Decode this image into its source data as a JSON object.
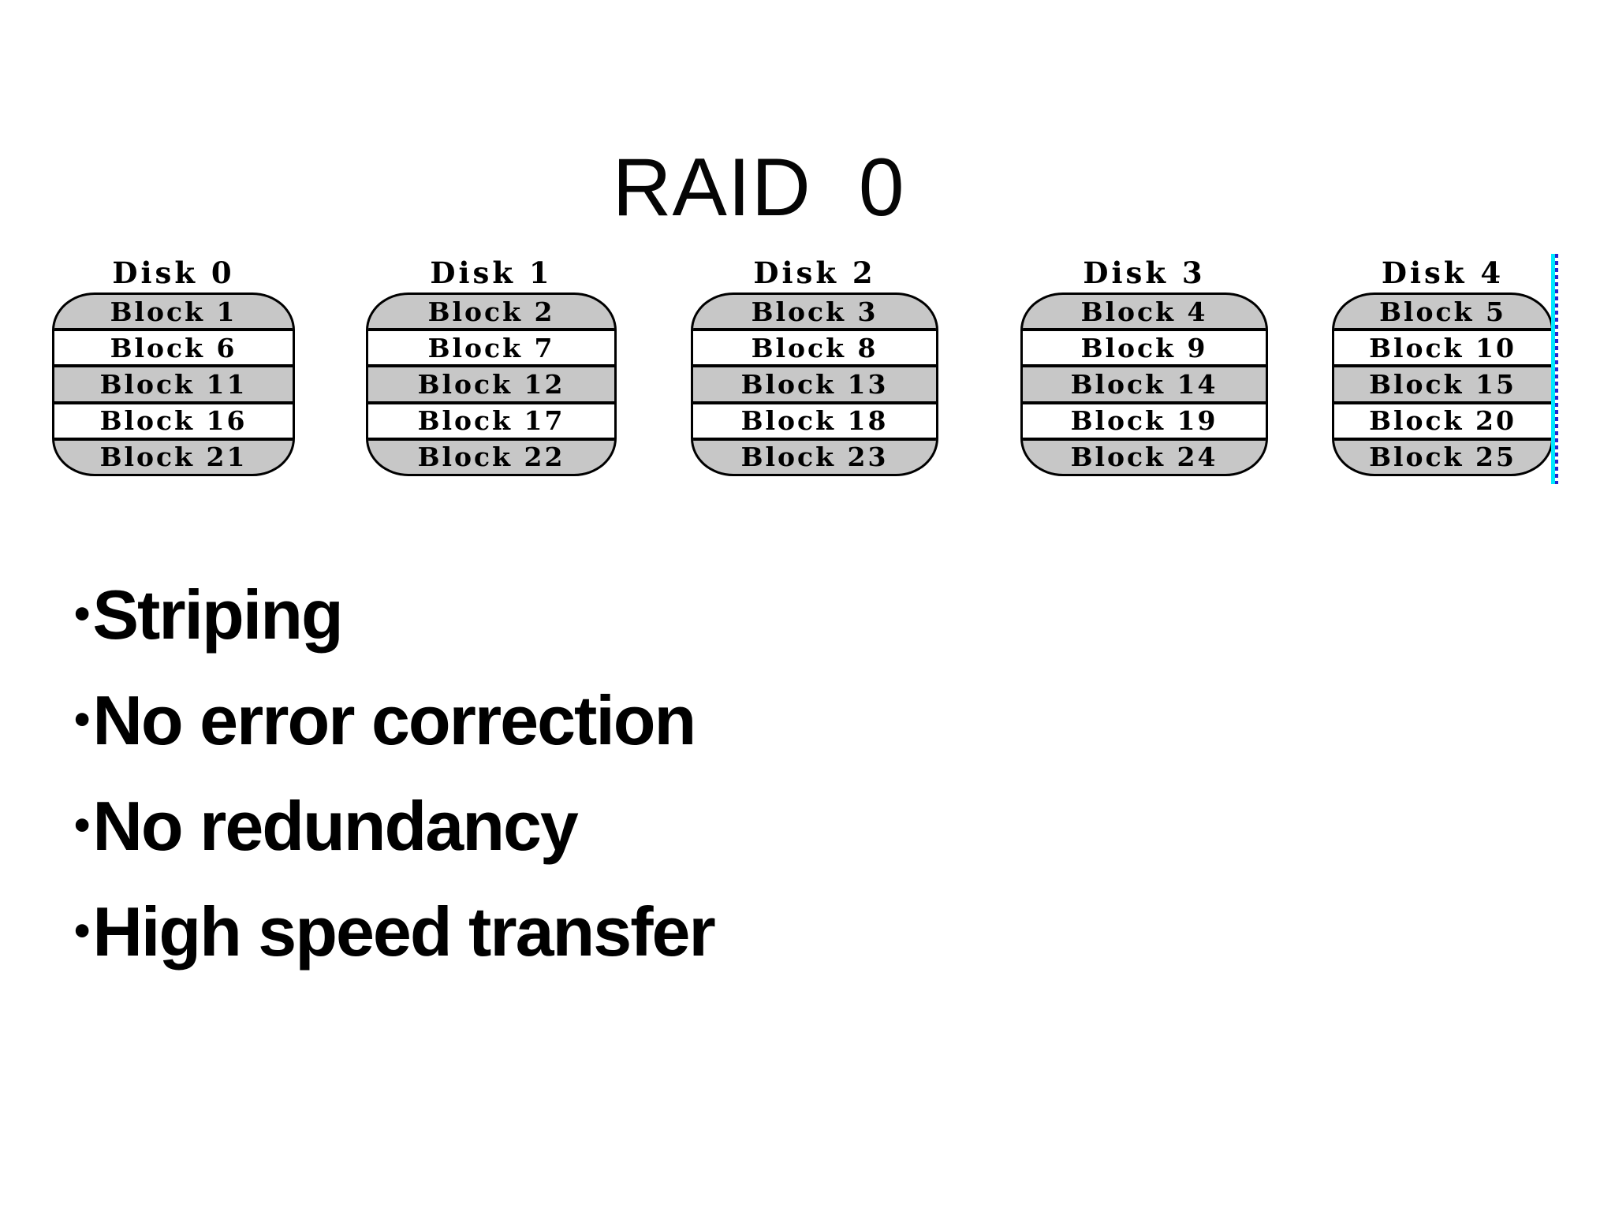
{
  "title": "RAID  0",
  "disks": [
    {
      "label": "Disk 0",
      "blocks": [
        "Block 1",
        "Block 6",
        "Block 11",
        "Block 16",
        "Block 21"
      ]
    },
    {
      "label": "Disk 1",
      "blocks": [
        "Block 2",
        "Block 7",
        "Block 12",
        "Block 17",
        "Block 22"
      ]
    },
    {
      "label": "Disk 2",
      "blocks": [
        "Block 3",
        "Block 8",
        "Block 13",
        "Block 18",
        "Block 23"
      ]
    },
    {
      "label": "Disk 3",
      "blocks": [
        "Block 4",
        "Block 9",
        "Block 14",
        "Block 19",
        "Block 24"
      ]
    },
    {
      "label": "Disk 4",
      "blocks": [
        "Block 5",
        "Block 10",
        "Block 15",
        "Block 20",
        "Block 25"
      ]
    }
  ],
  "bullet_char": "•",
  "bullets": [
    "Striping",
    "No error correction",
    "No redundancy",
    "High speed transfer"
  ],
  "colors": {
    "background": "#ffffff",
    "text": "#000000",
    "stripe_gray": "#c7c7c7",
    "stripe_white": "#ffffff",
    "outline": "#000000",
    "cursor_cyan": "#00e8ff",
    "cursor_dash_blue": "#2525cc"
  }
}
